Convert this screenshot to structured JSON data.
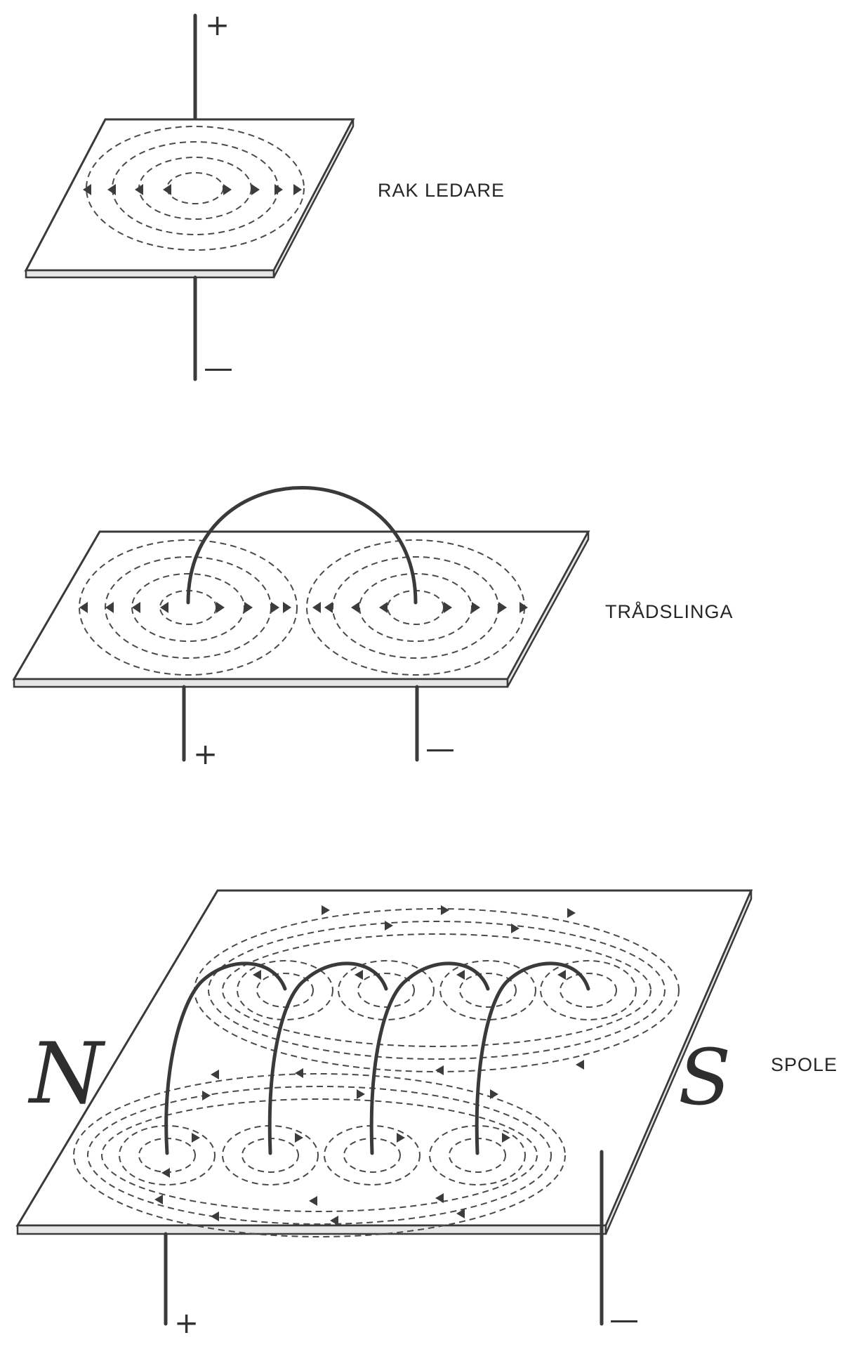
{
  "diagrams": [
    {
      "label": "RAK LEDARE",
      "terminals": [
        "+",
        "—"
      ]
    },
    {
      "label": "TRÅDSLINGA",
      "terminals": [
        "+",
        "—"
      ]
    },
    {
      "label": "SPOLE",
      "terminals": [
        "+",
        "—"
      ],
      "poles": [
        "N",
        "S"
      ]
    }
  ]
}
